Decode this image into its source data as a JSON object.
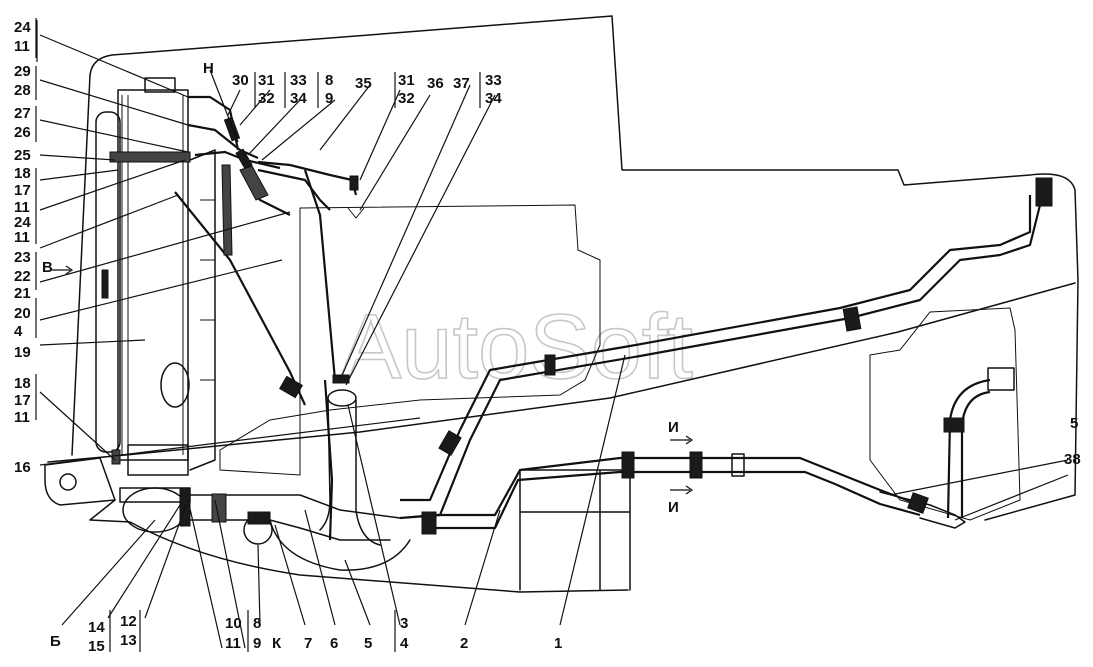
{
  "watermark": "AutoSoft",
  "labels": {
    "l24a": "24",
    "l11a": "11",
    "l29": "29",
    "l28": "28",
    "l27": "27",
    "l26": "26",
    "l25": "25",
    "l18a": "18",
    "l17a": "17",
    "l11b": "11",
    "l24b": "24",
    "l11c": "11",
    "l23": "23",
    "l22": "22",
    "lB": "В",
    "l21": "21",
    "l20": "20",
    "l4a": "4",
    "l19": "19",
    "l18b": "18",
    "l17b": "17",
    "l11d": "11",
    "l16": "16",
    "lH": "Н",
    "l30": "30",
    "l31a": "31",
    "l32a": "32",
    "l33a": "33",
    "l34a": "34",
    "l8a": "8",
    "l9a": "9",
    "l35": "35",
    "l31b": "31",
    "l32b": "32",
    "l36": "36",
    "l37": "37",
    "l33b": "33",
    "l34b": "34",
    "lIa": "И",
    "lIb": "И",
    "l5a": "5",
    "l38": "38",
    "lBe": "Б",
    "l14": "14",
    "l15": "15",
    "l12": "12",
    "l13": "13",
    "l10": "10",
    "l11e": "11",
    "l8b": "8",
    "l9b": "9",
    "lK": "К",
    "l7": "7",
    "l6": "6",
    "l5b": "5",
    "l3": "3",
    "l4b": "4",
    "l2": "2",
    "l1": "1"
  }
}
